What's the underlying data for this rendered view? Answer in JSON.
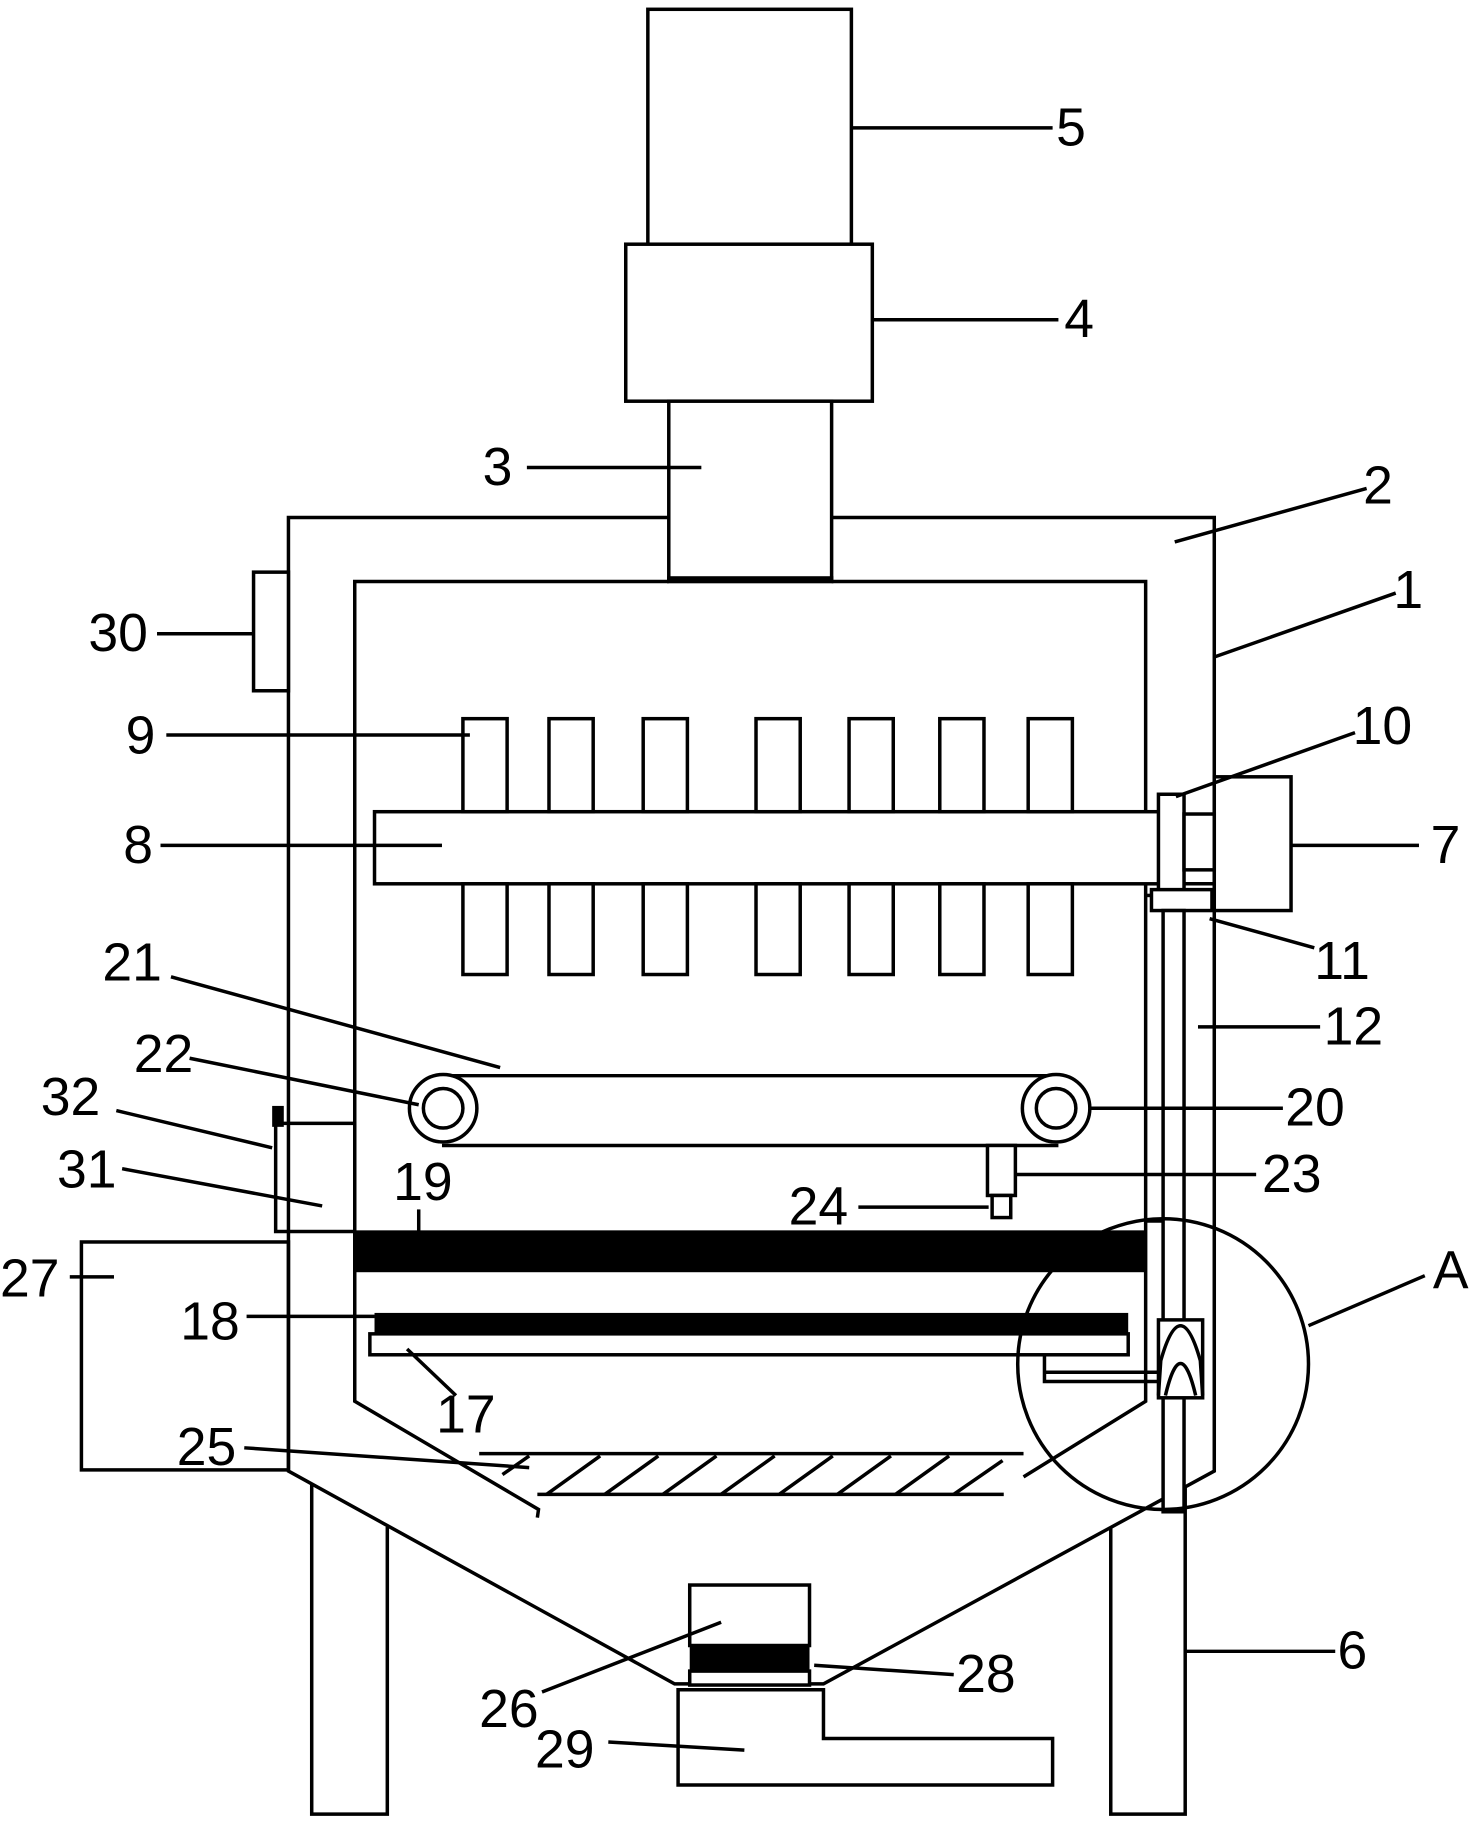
{
  "labels": {
    "l1": "1",
    "l2": "2",
    "l3": "3",
    "l4": "4",
    "l5": "5",
    "l6": "6",
    "l7": "7",
    "l8": "8",
    "l9": "9",
    "l10": "10",
    "l11": "11",
    "l12": "12",
    "l17": "17",
    "l18": "18",
    "l19": "19",
    "l20": "20",
    "l21": "21",
    "l22": "22",
    "l23": "23",
    "l24": "24",
    "l25": "25",
    "l26": "26",
    "l27": "27",
    "l28": "28",
    "l29": "29",
    "l30": "30",
    "l31": "31",
    "l32": "32",
    "lA": "A"
  }
}
